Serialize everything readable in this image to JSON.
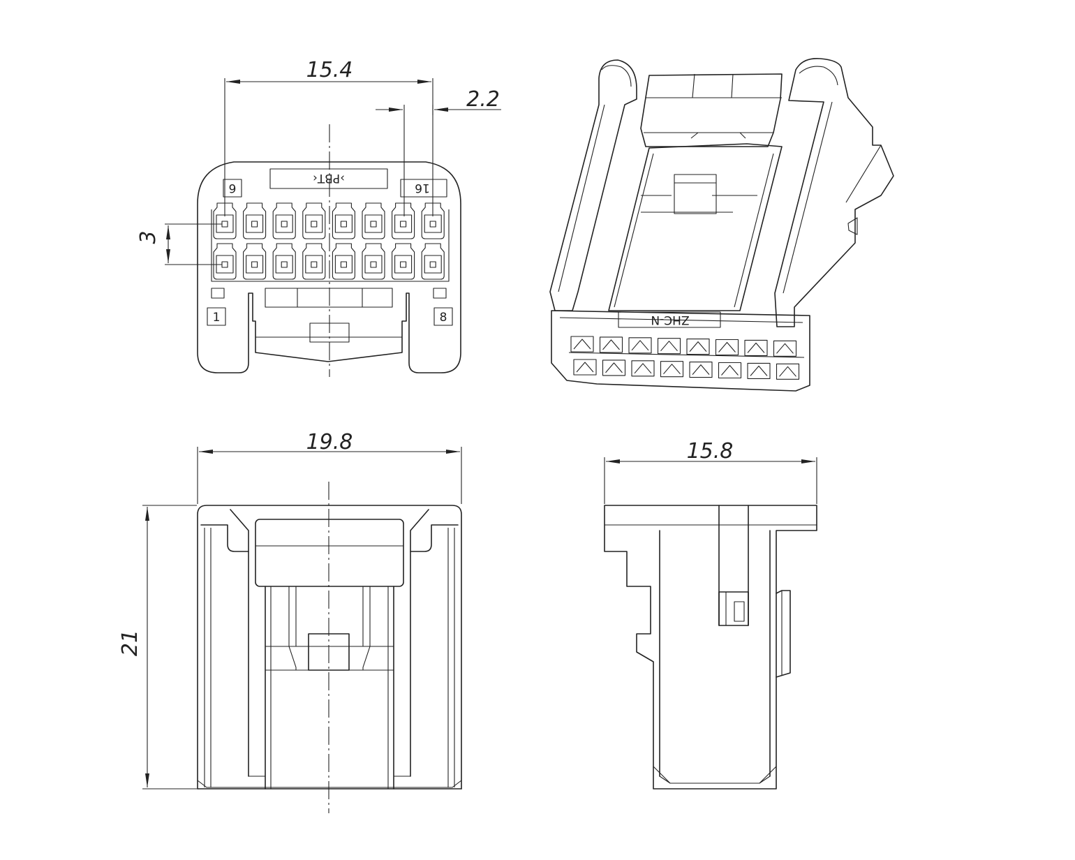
{
  "dimensions": {
    "front_pitch_span": "15.4",
    "pin_offset": "2.2",
    "row_pitch": "3",
    "body_width": "19.8",
    "body_height": "21",
    "side_depth": "15.8"
  },
  "front_markings": {
    "material": "›PBT‹",
    "pin_top_left": "6",
    "pin_top_right": "16",
    "pin_bottom_left": "1",
    "pin_bottom_right": "8"
  },
  "iso_marking": "ZHC-N"
}
